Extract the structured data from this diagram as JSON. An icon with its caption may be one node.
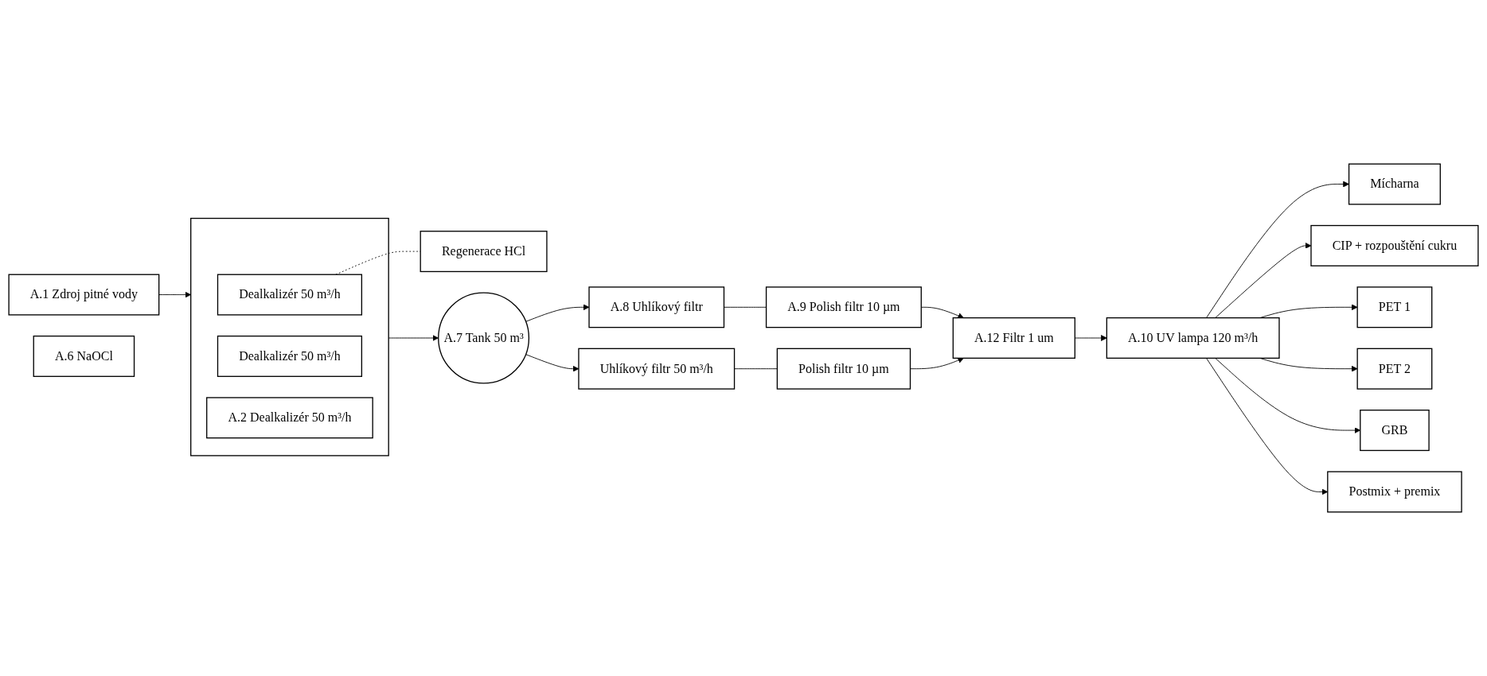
{
  "diagram": {
    "nodes": [
      {
        "text": [
          "A.1 Zdroj pitné vody"
        ]
      },
      {
        "text": [],
        "shape": "box"
      },
      {
        "text": [
          "A.2 Dealkalizér 50 m³/h"
        ],
        "in": 1
      },
      {
        "text": [
          "Dealkalizér 50 m³/h"
        ],
        "in": 1
      },
      {
        "text": [
          "Dealkalizér 50 m³/h"
        ],
        "in": 1
      },
      {
        "text": [
          "Regenerace HCl"
        ]
      },
      {
        "text": [
          "A.6 NaOCl"
        ]
      },
      {
        "text": [
          "A.7 Tank 50 m³"
        ]
      },
      {
        "text": [
          "A.8 Uhlíkový filtr"
        ]
      },
      {
        "text": [
          "A.9 Polish filtr 10 µm"
        ]
      },
      {
        "text": [
          "Uhlíkový filtr 50 m³/h"
        ]
      },
      {
        "text": [
          "Polish filtr 10 µm"
        ]
      },
      {
        "text": [
          "A.12 Filtr 1 um"
        ]
      },
      {
        "text": [
          "A.10 UV lampa 120 m³/h"
        ]
      },
      {
        "text": [
          "Mícharna"
        ]
      },
      {
        "text": [
          "CIP + rozpouštění cukru"
        ]
      },
      {
        "text": [
          "PET 1"
        ]
      },
      {
        "text": [
          "PET 2"
        ]
      },
      {
        "text": [
          "GRB"
        ]
      },
      {
        "text": [
          "Postmix + premix"
        ]
      }
    ],
    "edges": [
      {
        "from": 0,
        "to": 1,
        "arrow": "to"
      },
      {
        "from": 4,
        "to": 5,
        "arrow": "none",
        "style": "dashed"
      },
      {
        "from": 1,
        "to": 7,
        "arrow": "to"
      },
      {
        "from": 7,
        "to": 8,
        "arrow": "to"
      },
      {
        "from": 7,
        "to": 10,
        "arrow": "to"
      },
      {
        "from": 8,
        "to": 9,
        "arrow": "none"
      },
      {
        "from": 10,
        "to": 11,
        "arrow": "none"
      },
      {
        "from": 9,
        "to": 12,
        "arrow": "to"
      },
      {
        "from": 11,
        "to": 12,
        "arrow": "to"
      },
      {
        "from": 12,
        "to": 13,
        "arrow": "to"
      },
      {
        "from": 13,
        "to": 14,
        "arrow": "to"
      },
      {
        "from": 13,
        "to": 15,
        "arrow": "to"
      },
      {
        "from": 13,
        "to": 16,
        "arrow": "to"
      },
      {
        "from": 13,
        "to": 17,
        "arrow": "to"
      },
      {
        "from": 13,
        "to": 18,
        "arrow": "to"
      },
      {
        "from": 13,
        "to": 19,
        "arrow": "to"
      }
    ]
  }
}
